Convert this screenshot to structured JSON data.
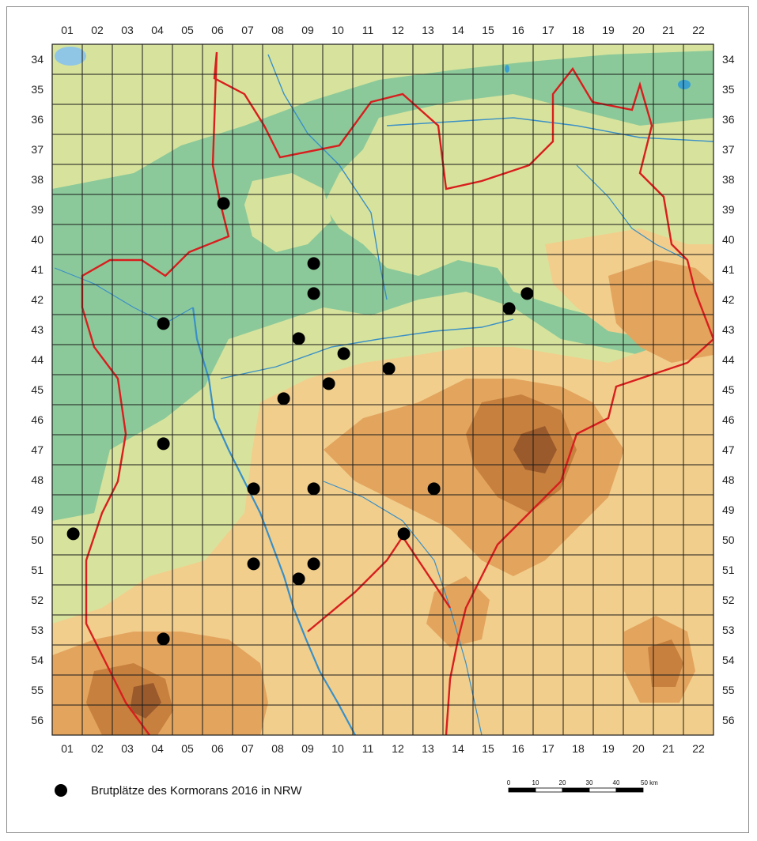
{
  "map": {
    "columns": [
      "01",
      "02",
      "03",
      "04",
      "05",
      "06",
      "07",
      "08",
      "09",
      "10",
      "11",
      "12",
      "13",
      "14",
      "15",
      "16",
      "17",
      "18",
      "19",
      "20",
      "21",
      "22"
    ],
    "rows": [
      "34",
      "35",
      "36",
      "37",
      "38",
      "39",
      "40",
      "41",
      "42",
      "43",
      "44",
      "45",
      "46",
      "47",
      "48",
      "49",
      "50",
      "51",
      "52",
      "53",
      "54",
      "55",
      "56"
    ],
    "breeding_sites": [
      {
        "col": 5.7,
        "row": 5.3
      },
      {
        "col": 8.7,
        "row": 7.3
      },
      {
        "col": 8.7,
        "row": 8.3
      },
      {
        "col": 3.7,
        "row": 9.3
      },
      {
        "col": 15.2,
        "row": 8.8
      },
      {
        "col": 15.8,
        "row": 8.3
      },
      {
        "col": 8.2,
        "row": 9.8
      },
      {
        "col": 9.7,
        "row": 10.3
      },
      {
        "col": 11.2,
        "row": 10.8
      },
      {
        "col": 9.2,
        "row": 11.3
      },
      {
        "col": 7.7,
        "row": 11.8
      },
      {
        "col": 3.7,
        "row": 13.3
      },
      {
        "col": 6.7,
        "row": 14.8
      },
      {
        "col": 8.7,
        "row": 14.8
      },
      {
        "col": 12.7,
        "row": 14.8
      },
      {
        "col": 0.7,
        "row": 16.3
      },
      {
        "col": 11.7,
        "row": 16.3
      },
      {
        "col": 6.7,
        "row": 17.3
      },
      {
        "col": 8.7,
        "row": 17.3
      },
      {
        "col": 8.2,
        "row": 17.8
      },
      {
        "col": 3.7,
        "row": 19.8
      }
    ],
    "colors": {
      "lowland": "#8cc99a",
      "plain": "#d7e39c",
      "hills": "#f1ce8c",
      "upland": "#e3a45e",
      "mountain": "#c7803e",
      "peak": "#9a5a2b",
      "water": "#3a8fc7",
      "border": "#d81e1e",
      "grid": "#1a1a1a"
    }
  },
  "legend": {
    "label": "Brutplätze des Kormorans 2016 in NRW"
  },
  "scale": {
    "ticks": [
      "0",
      "10",
      "20",
      "30",
      "40",
      "50 km"
    ]
  }
}
